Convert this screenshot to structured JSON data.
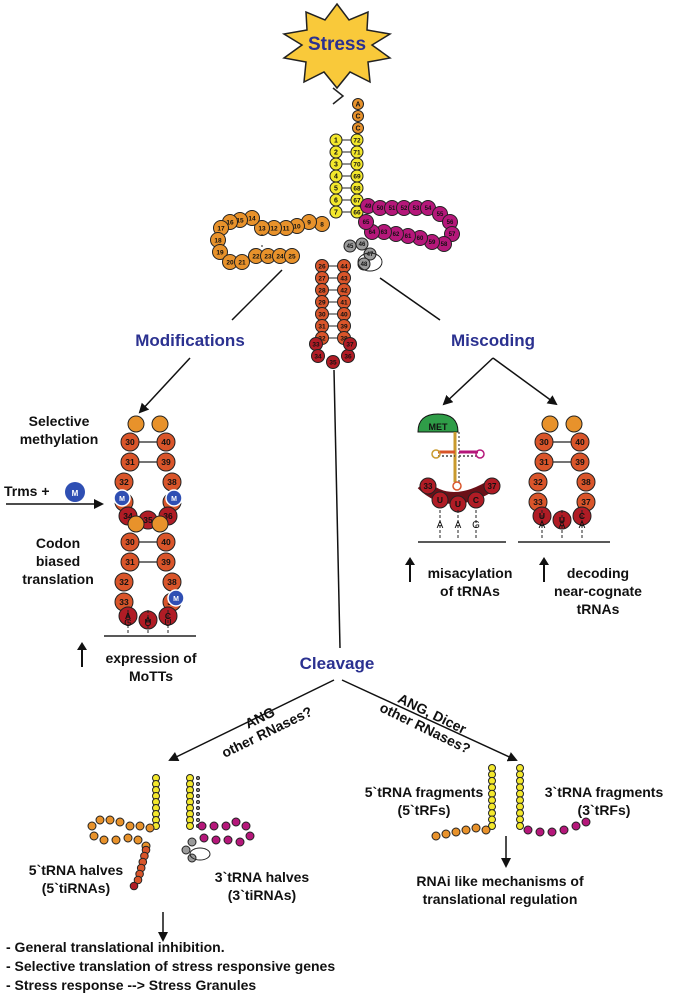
{
  "stress": "Stress",
  "branches": {
    "modifications": "Modifications",
    "miscoding": "Miscoding",
    "cleavage": "Cleavage"
  },
  "modifications": {
    "selective_methylation": "Selective\nmethylation",
    "trms": "Trms +",
    "methyl_badge": "M",
    "codon_biased": "Codon\nbiased\ntranslation",
    "codon_letters": [
      "G",
      "U",
      "U"
    ],
    "anticodon_letters": [
      "A",
      "A",
      "C"
    ],
    "expression": "expression of\nMoTTs"
  },
  "miscoding": {
    "met": "MET",
    "anticodon_letters": [
      "U",
      "U",
      "C"
    ],
    "codon_left": [
      "A",
      "A",
      "G"
    ],
    "codon_right": [
      "A",
      "A",
      "A"
    ],
    "misacylation": "misacylation\nof tRNAs",
    "decoding": "decoding\nnear-cognate\ntRNAs"
  },
  "cleavage": {
    "left_arrow": "ANG\nother RNases?",
    "right_arrow": "ANG, Dicer\nother RNases?",
    "half5": "5`tRNA halves\n(5`tiRNAs)",
    "half3": "3`tRNA halves\n(3`tiRNAs)",
    "frag5": "5`tRNA fragments\n(5`tRFs)",
    "frag3": "3`tRNA fragments\n(3`tRFs)",
    "rnai": "RNAi like mechanisms of\ntranslational regulation",
    "outcomes": [
      "- General translational inhibition.",
      "- Selective translation of stress responsive genes",
      "- Stress response --> Stress Granules"
    ]
  },
  "trna": {
    "acceptor_tail": [
      "A",
      "C",
      "C"
    ],
    "acceptor_5": [
      "1",
      "2",
      "3",
      "4",
      "5",
      "6",
      "7"
    ],
    "acceptor_3": [
      "72",
      "71",
      "70",
      "69",
      "68",
      "67",
      "66"
    ],
    "d_arm_labels": [
      "8",
      "9",
      "10",
      "11",
      "12",
      "13",
      "14",
      "15",
      "16",
      "17",
      "18",
      "19",
      "20",
      "21",
      "22",
      "23",
      "24",
      "25"
    ],
    "variable_loop": [
      "45",
      "46",
      "47",
      "48"
    ],
    "anticodon_stem_5": [
      "26",
      "27",
      "28",
      "29",
      "30",
      "31",
      "32"
    ],
    "anticodon_stem_3": [
      "44",
      "43",
      "42",
      "41",
      "40",
      "39",
      "38"
    ],
    "anticodon_loop": [
      "33",
      "34",
      "35",
      "36",
      "37"
    ],
    "t_arm_labels": [
      "49",
      "50",
      "51",
      "52",
      "53",
      "54",
      "55",
      "56",
      "57",
      "58",
      "59",
      "60",
      "61",
      "62",
      "63",
      "64",
      "65"
    ]
  },
  "loop_numbers": {
    "left": [
      "30",
      "31",
      "32",
      "33"
    ],
    "right": [
      "40",
      "39",
      "38",
      "37"
    ],
    "bottom_mod": [
      "34",
      "35",
      "36"
    ]
  },
  "colors": {
    "yellow": "#f3e82c",
    "orange": "#e8922b",
    "red_orange": "#d9552a",
    "dark_red": "#b01c25",
    "magenta": "#b5177a",
    "grey": "#9b9b9b",
    "blue_text": "#2b3190",
    "methyl_blue": "#2f4fb3",
    "met_green": "#2f9d48"
  }
}
